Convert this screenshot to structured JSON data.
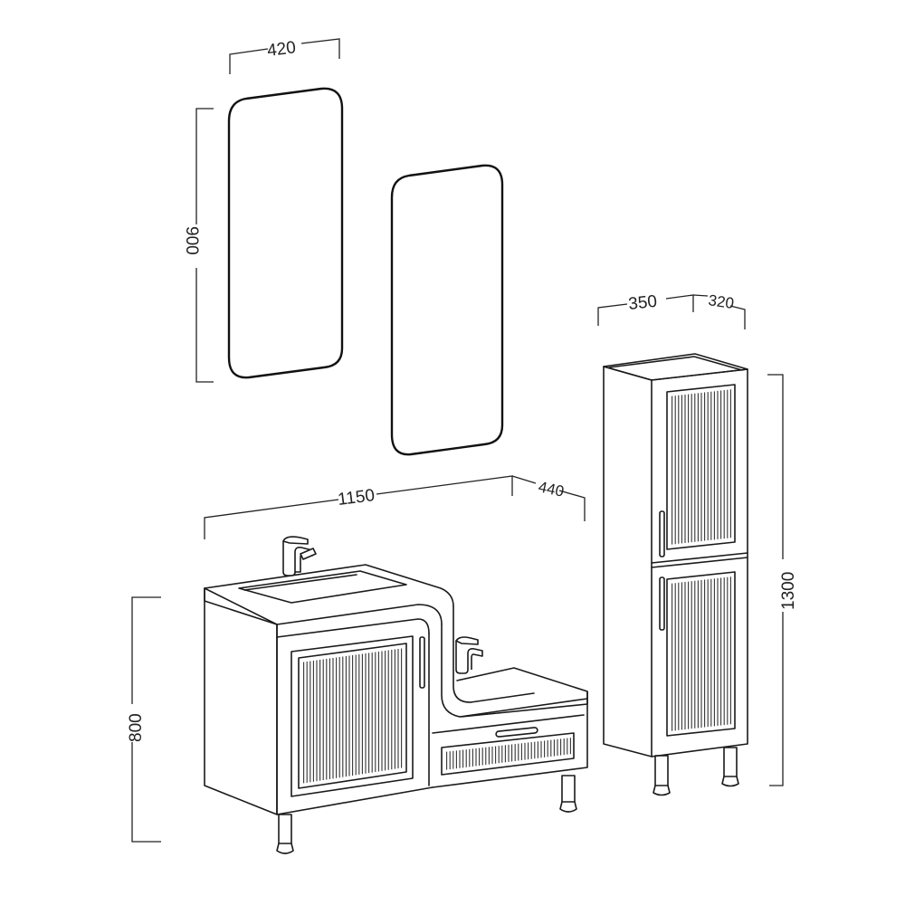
{
  "dimensions": {
    "mirror_width": "420",
    "mirror_height": "900",
    "column_width": "350",
    "column_depth": "320",
    "column_height": "1300",
    "vanity_width": "1150",
    "vanity_depth": "440",
    "vanity_height": "800"
  }
}
